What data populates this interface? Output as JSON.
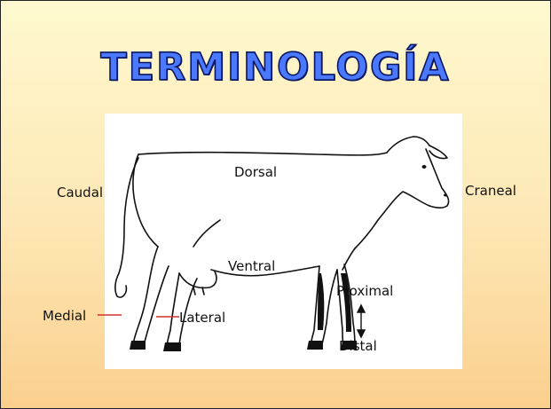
{
  "slide": {
    "title": "TERMINOLOGÍA",
    "title_color": "#4a78ff",
    "title_outline_color": "#0b1660",
    "background_top": "#fef9cf",
    "background_bottom": "#fbcf8e"
  },
  "diagram": {
    "subject": "cow-silhouette",
    "labels": {
      "dorsal": "Dorsal",
      "ventral": "Ventral",
      "caudal": "Caudal",
      "craneal": "Craneal",
      "medial": "Medial",
      "lateral": "Lateral",
      "proximal": "Proximal",
      "distal": "Distal"
    },
    "pointer_color": "#d0342c"
  }
}
